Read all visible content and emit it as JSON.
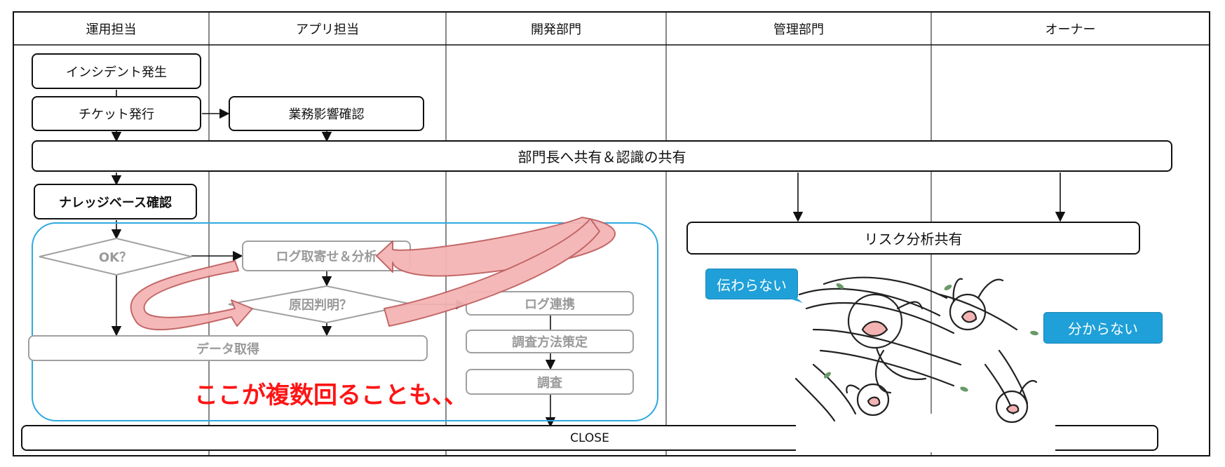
{
  "lanes": [
    "運用担当",
    "アプリ担当",
    "開発部門",
    "管理部門",
    "オーナー"
  ],
  "steps": {
    "incident": "インシデント発生",
    "ticket": "チケット発行",
    "business_impact": "業務影響確認",
    "share_with_heads": "部門長へ共有＆認識の共有",
    "knowledge_base": "ナレッジベース確認",
    "ok_decision": "OK？",
    "log_collect": "ログ取寄せ＆分析",
    "cause_decision": "原因判明？",
    "data_acquire": "データ取得",
    "log_link": "ログ連携",
    "method_plan": "調査方法策定",
    "investigate": "調査",
    "risk_share": "リスク分析共有",
    "close": "CLOSE"
  },
  "annotation": "ここが複数回ることも、、",
  "bubbles": {
    "left": "伝わらない",
    "right": "分からない"
  },
  "colors": {
    "loop_highlight": "#2ea9e0",
    "loop_arrow_fill": "#f5b5b5",
    "loop_arrow_stroke": "#c06060",
    "annotation_text": "#ff1414",
    "bubble_fill": "#1fa0d8"
  }
}
